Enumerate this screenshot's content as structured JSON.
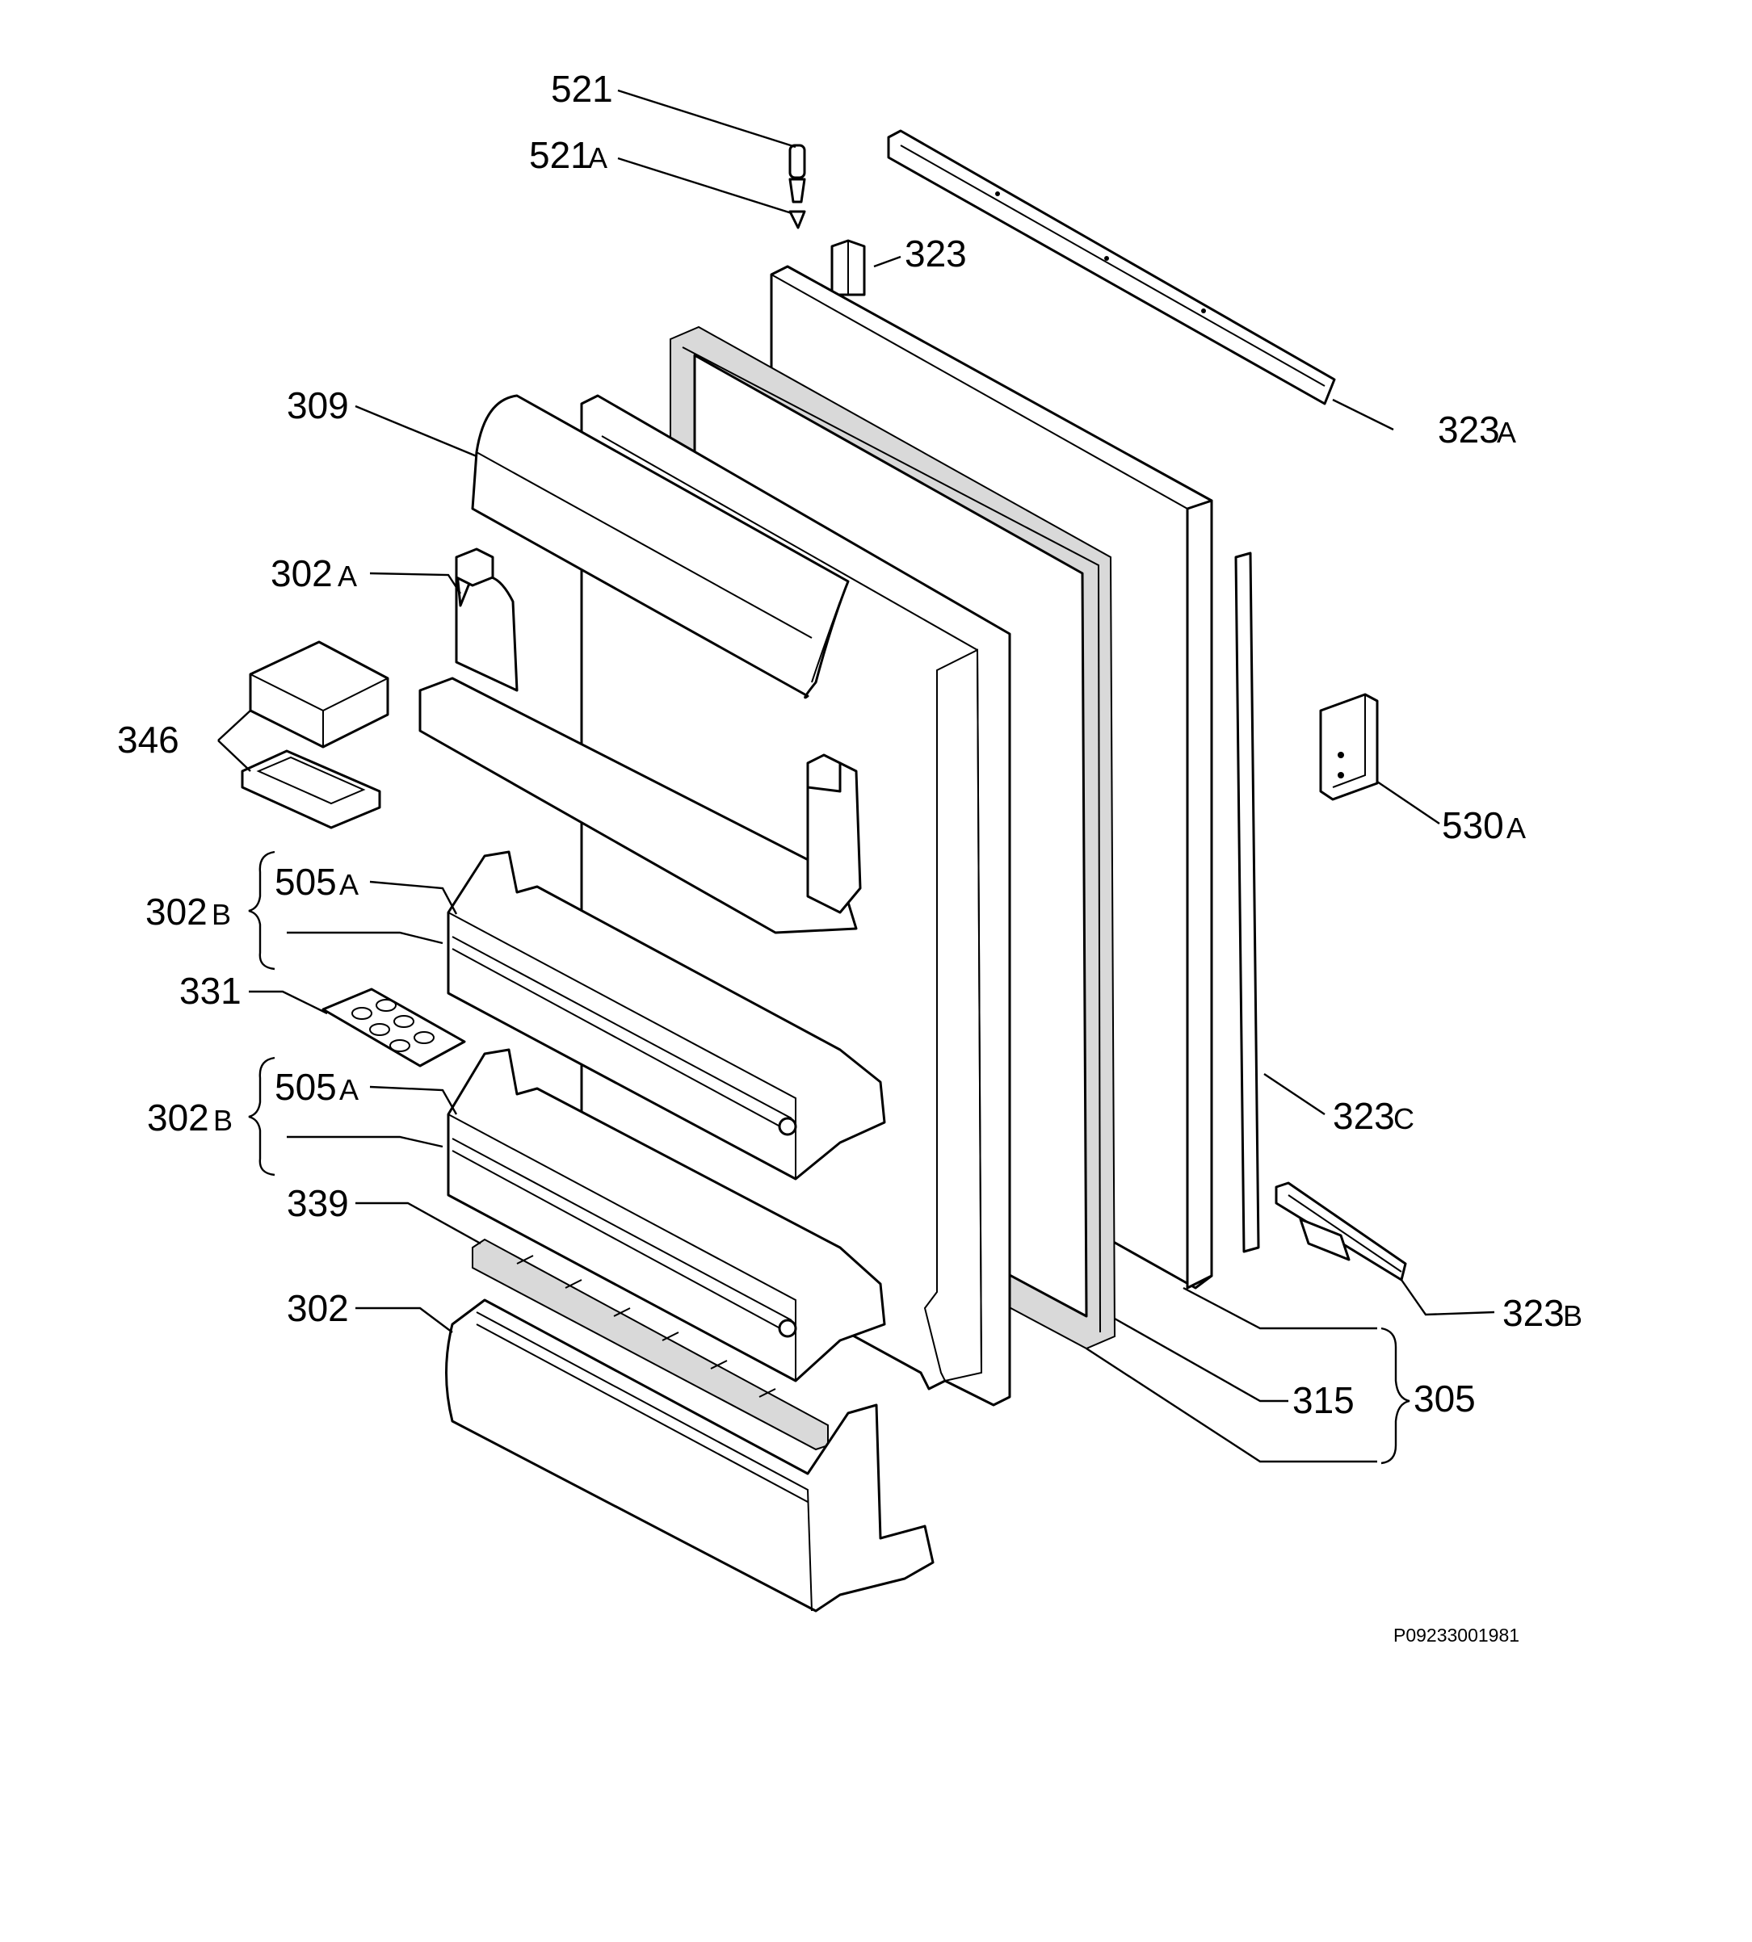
{
  "labels": {
    "p521": {
      "num": "521",
      "suffix": ""
    },
    "p521a": {
      "num": "521",
      "suffix": "A"
    },
    "p323": {
      "num": "323",
      "suffix": ""
    },
    "p323a": {
      "num": "323",
      "suffix": "A"
    },
    "p309": {
      "num": "309",
      "suffix": ""
    },
    "p302a": {
      "num": "302",
      "suffix": "A"
    },
    "p346": {
      "num": "346",
      "suffix": ""
    },
    "p530a": {
      "num": "530",
      "suffix": "A"
    },
    "p505a_1": {
      "num": "505",
      "suffix": "A"
    },
    "p302b_1": {
      "num": "302",
      "suffix": "B"
    },
    "p331": {
      "num": "331",
      "suffix": ""
    },
    "p323c": {
      "num": "323",
      "suffix": "C"
    },
    "p505a_2": {
      "num": "505",
      "suffix": "A"
    },
    "p302b_2": {
      "num": "302",
      "suffix": "B"
    },
    "p339": {
      "num": "339",
      "suffix": ""
    },
    "p323b": {
      "num": "323",
      "suffix": "B"
    },
    "p302": {
      "num": "302",
      "suffix": ""
    },
    "p315": {
      "num": "315",
      "suffix": ""
    },
    "p305": {
      "num": "305",
      "suffix": ""
    }
  },
  "drawing_code": "P09233001981"
}
